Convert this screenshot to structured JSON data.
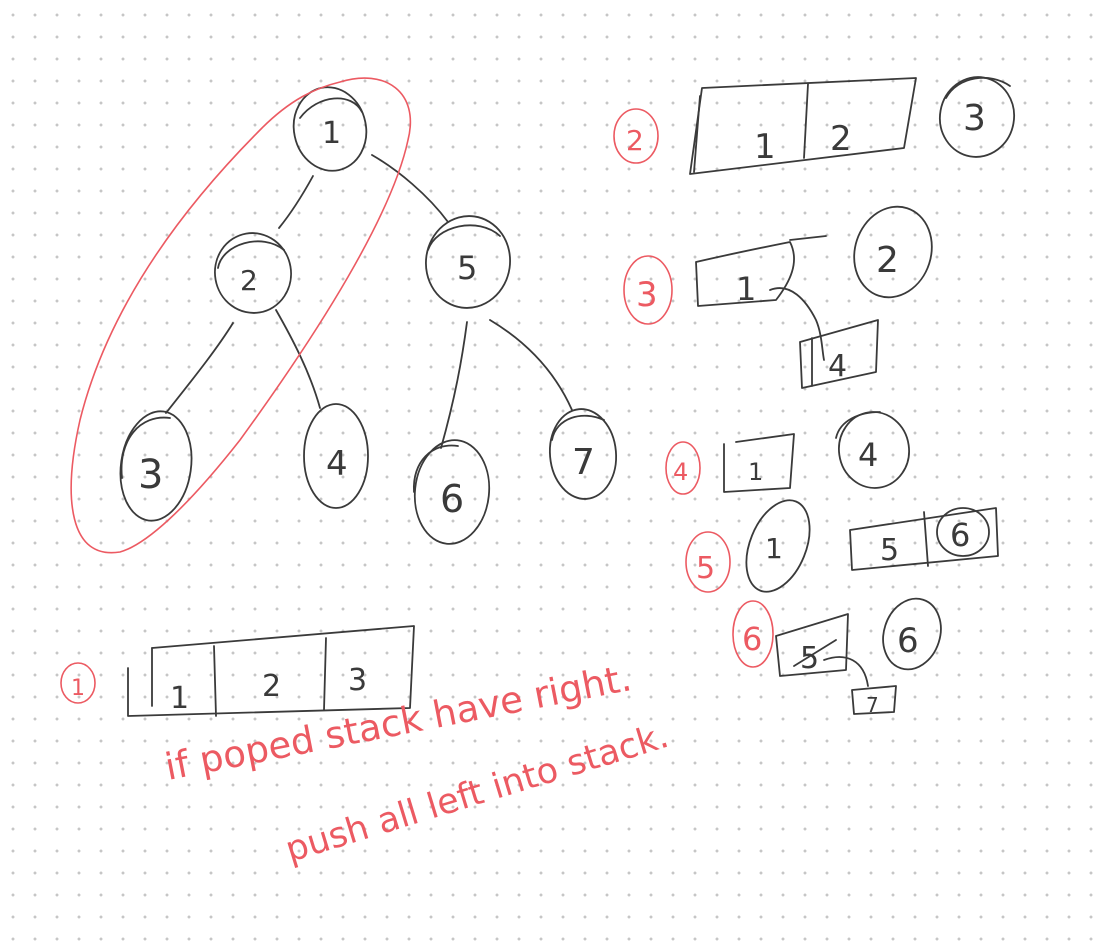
{
  "tree": {
    "nodes": [
      {
        "id": "n1",
        "label": "1"
      },
      {
        "id": "n2",
        "label": "2"
      },
      {
        "id": "n5",
        "label": "5"
      },
      {
        "id": "n3",
        "label": "3"
      },
      {
        "id": "n4",
        "label": "4"
      },
      {
        "id": "n6",
        "label": "6"
      },
      {
        "id": "n7",
        "label": "7"
      }
    ],
    "edges": [
      [
        "1",
        "2"
      ],
      [
        "1",
        "5"
      ],
      [
        "2",
        "3"
      ],
      [
        "2",
        "4"
      ],
      [
        "5",
        "6"
      ],
      [
        "5",
        "7"
      ]
    ]
  },
  "steps": [
    {
      "marker": "1",
      "stack": [
        "1",
        "2",
        "3"
      ],
      "popped": ""
    },
    {
      "marker": "2",
      "stack": [
        "1",
        "2"
      ],
      "popped": "3"
    },
    {
      "marker": "3",
      "stack": [
        "1"
      ],
      "popped": "2",
      "pushed": "4"
    },
    {
      "marker": "4",
      "stack": [
        "1"
      ],
      "popped": "4"
    },
    {
      "marker": "5",
      "stack": [
        "5",
        "6"
      ],
      "popped": "1"
    },
    {
      "marker": "6",
      "stack": [
        "5"
      ],
      "popped": "6",
      "pushed": "7"
    }
  ],
  "notes": {
    "line1": "if poped stack have right.",
    "line2": "push all left into stack."
  },
  "colors": {
    "ink": "#3a3a3a",
    "annotation": "#ec5a62"
  }
}
